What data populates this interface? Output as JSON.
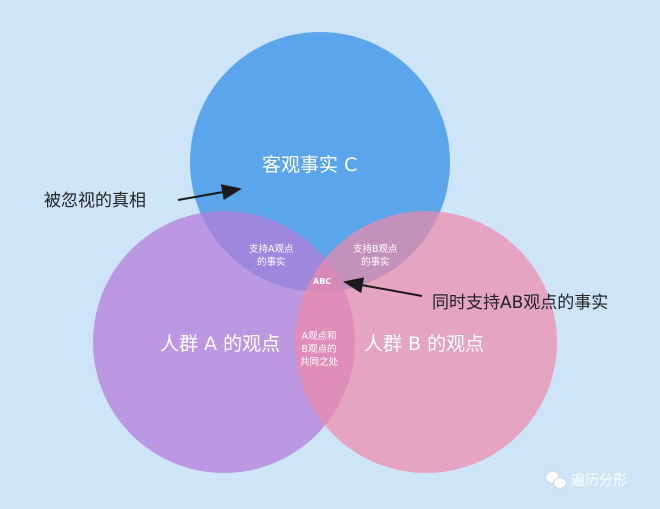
{
  "diagram": {
    "type": "venn",
    "background": "#cde4f9",
    "circles": [
      {
        "id": "C",
        "label": "客观事实 C",
        "color": "#5aa5ec"
      },
      {
        "id": "A",
        "label": "人群 A 的观点",
        "color": "#c09adf"
      },
      {
        "id": "B",
        "label": "人群 B 的观点",
        "color": "#eb9db5"
      }
    ],
    "intersections": {
      "AC": "支持A观点的事实",
      "AC_lines": [
        "支持A观点",
        "的事实"
      ],
      "BC_lines": [
        "支持B观点",
        "的事实"
      ],
      "AB_lines": [
        "A观点和",
        "B观点的",
        "共同之处"
      ],
      "ABC": "ABC"
    },
    "annotations": [
      {
        "text": "被忽视的真相",
        "points_to": "C only"
      },
      {
        "text": "同时支持AB观点的事实",
        "points_to": "ABC"
      }
    ]
  },
  "watermark": {
    "icon": "wechat-icon",
    "text": "遍历分形"
  }
}
